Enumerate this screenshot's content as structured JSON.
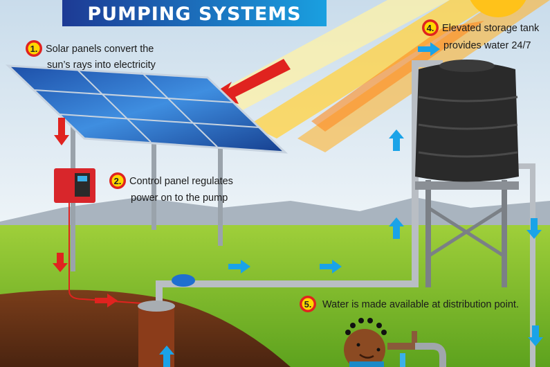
{
  "title": "PUMPING SYSTEMS",
  "steps": [
    {
      "number": "1.",
      "lines": [
        "Solar panels convert the",
        "sun’s rays into electricity"
      ]
    },
    {
      "number": "2.",
      "lines": [
        "Control panel regulates",
        "power on to the pump"
      ]
    },
    {
      "number": "4.",
      "lines": [
        "Elevated storage tank",
        "provides water 24/7"
      ]
    },
    {
      "number": "5.",
      "lines": [
        "Water is made available at distribution point."
      ]
    }
  ],
  "colors": {
    "title_banner": "#1f3f9a",
    "arrow_red": "#e0231f",
    "arrow_blue": "#1aa3e8",
    "grass": "#7fbf2a",
    "tank": "#2a2a2a"
  }
}
